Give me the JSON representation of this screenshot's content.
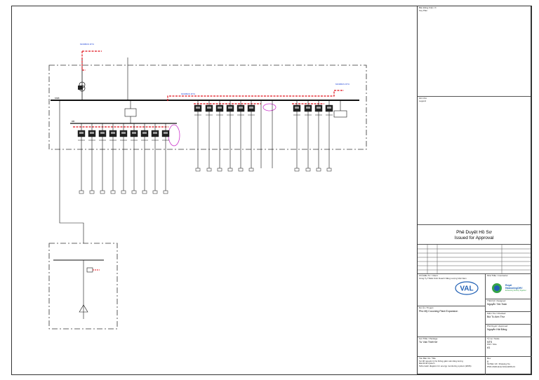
{
  "title_block": {
    "top_label": "Bản Đăng Kiểm Vi",
    "top_sub": "Key Plan",
    "notes_label": "Ghi Chú",
    "notes_sub": "Legend",
    "approval_line1": "Phê Duyệt Hồ Sơ",
    "approval_line2": "Issued for Approval",
    "client_label": "Chủ Đầu Tư / Client",
    "client_name": "Công Ty TNHH Kinh Doanh Năng Lượng Việt Nam",
    "project_label": "Dự Án / Project",
    "project_name": "Phú Mỹ Coconing Plant Expansion",
    "contractor_label": "Nhà Thầu / Contractor",
    "company_line1": "Royal",
    "company_line2": "HaskoningDHV",
    "company_line3": "Enhancing Society Together",
    "logo_text": "VAL",
    "designer_label": "Thiết Kế / Designed",
    "designer_name": "Nguyễn Tấn Toàn",
    "checker_label": "Kiểm Tra / Checked",
    "checker_name": "Bùi Tú Anh Thư",
    "approver_label": "Phê Duyệt / Approved",
    "approver_name": "Nguyễn Hải Đăng",
    "package_label": "Gói Thầu / Package",
    "package_name": "Tư Vấn Thiết Kế",
    "drawing_title_label": "Tên Bản Vẽ / Title",
    "drawing_title_1": "Sơ đồ nguyên lý hệ thống giám sát năng lượng",
    "drawing_title_2": "Electrical system",
    "drawing_title_3": "Schematic diagram for energy monitoring system (EMS)",
    "scale_label": "Tỷ Lệ / Scale",
    "scale_value": "NTS",
    "size_label": "Khổ / Size",
    "size_value": "A1",
    "rev_label": "Rev",
    "rev_value": "0",
    "drawing_no_label": "Số Bản Vẽ / Drawing No.",
    "drawing_no": "PMC-RHD-ELE-SCH-EMS-01"
  },
  "diagram": {
    "main_bus_label": "MSB",
    "secondary_bus_label": "DB",
    "network_tag_left": "MODBUS RTU",
    "network_tag_mid": "MODBUS RTU",
    "network_tag_right": "MODBUS RTU"
  },
  "colors": {
    "frame": "#333333",
    "line": "#111111",
    "comm_line": "#e0101a",
    "label_blue": "#1a3fd6",
    "highlight": "#cc33cc",
    "logo_blue": "#1f5fb4",
    "logo_green": "#35a347"
  },
  "icons": [
    "energy-meter-icon",
    "breaker-icon",
    "transformer-icon",
    "gateway-icon",
    "load-icon"
  ]
}
